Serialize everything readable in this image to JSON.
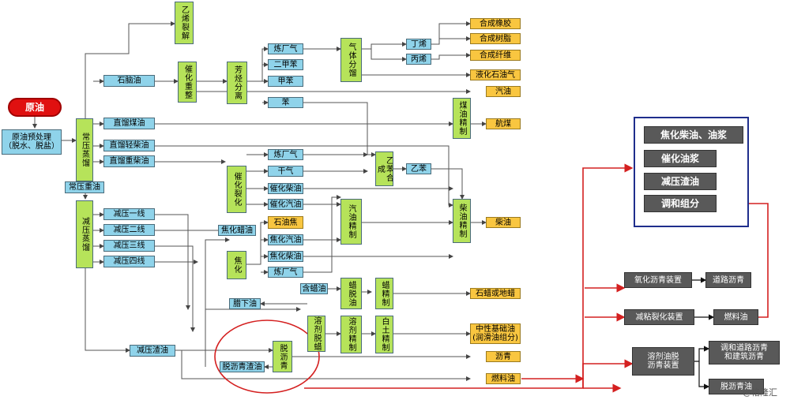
{
  "title": "原油加工流程",
  "source": {
    "crude": "原油",
    "pretreat": "原油预处理\n（脱水、脱盐）"
  },
  "units": {
    "atm_distill": "常压蒸馏",
    "vac_distill": "减压蒸馏",
    "ethylene_crack": "乙烯裂解",
    "cat_reform": "催化重整",
    "aromatic_sep": "芳烃分离",
    "gas_fraction": "气体分馏",
    "kero_refine": "煤油精制",
    "cat_crack": "催化裂化",
    "coking": "焦化",
    "styrene": "乙苯合成",
    "gasoline_refine": "汽油精制",
    "diesel_refine": "柴油精制",
    "dewax": "蜡脱油",
    "wax_refine": "蜡精制",
    "solvent_dewax": "溶剂脱蜡",
    "solvent_refine": "溶剂精制",
    "clay_refine": "白土精制",
    "deasphalt": "脱沥青"
  },
  "streams": {
    "naphtha": "石脑油",
    "straight_kero": "直馏煤油",
    "straight_light_diesel": "直馏轻柴油",
    "straight_heavy_diesel": "直馏重柴油",
    "atm_resid": "常压重油",
    "vac1": "减压一线",
    "vac2": "减压二线",
    "vac3": "减压三线",
    "vac4": "减压四线",
    "vac_resid": "减压渣油",
    "refinery_gas1": "炼厂气",
    "xylene": "二甲苯",
    "toluene": "甲苯",
    "benzene": "苯",
    "butene": "丁烯",
    "propene": "丙烯",
    "refinery_gas2": "炼厂气",
    "dry_gas": "干气",
    "cat_diesel": "催化柴油",
    "cat_gasoline": "催化汽油",
    "coke_wax": "焦化蜡油",
    "petcoke": "石油焦",
    "coke_gasoline": "焦化汽油",
    "coke_diesel": "焦化柴油",
    "refinery_gas3": "炼厂气",
    "ethylbenzene": "乙苯",
    "wax_oil": "含蜡油",
    "slack_oil": "腊下油",
    "deasphalt_resid": "脱沥青渣油"
  },
  "products": {
    "rubber": "合成橡胶",
    "resin": "合成树脂",
    "fiber": "合成纤维",
    "lpg": "液化石油气",
    "gasoline": "汽油",
    "jet": "航煤",
    "diesel": "柴油",
    "wax": "石蜡或地蜡",
    "base_oil": "中性基础油\n(润滑油组分)",
    "asphalt": "沥青",
    "fuel_oil": "燃料油"
  },
  "right_panel": {
    "items": [
      "焦化柴油、油浆",
      "催化油浆",
      "减压渣油",
      "调和组分"
    ]
  },
  "right_flow": {
    "oxidized": "氧化沥青装置",
    "road_asphalt": "道路沥青",
    "visbreaking": "减粘裂化装置",
    "fuel_oil2": "燃料油",
    "solvent_deasphalt": "溶剂油脱\n沥青装置",
    "road_build_asphalt": "调和道路沥青\n和建筑沥青",
    "deasphalt_oil": "脱沥青油"
  },
  "watermark": "@格隆汇",
  "colors": {
    "blue": "#8fd3ea",
    "green": "#b6e35a",
    "yellow": "#f9c640",
    "red": "#e01010",
    "arrow_red": "#d42020",
    "frame": "#1f2e8c"
  }
}
